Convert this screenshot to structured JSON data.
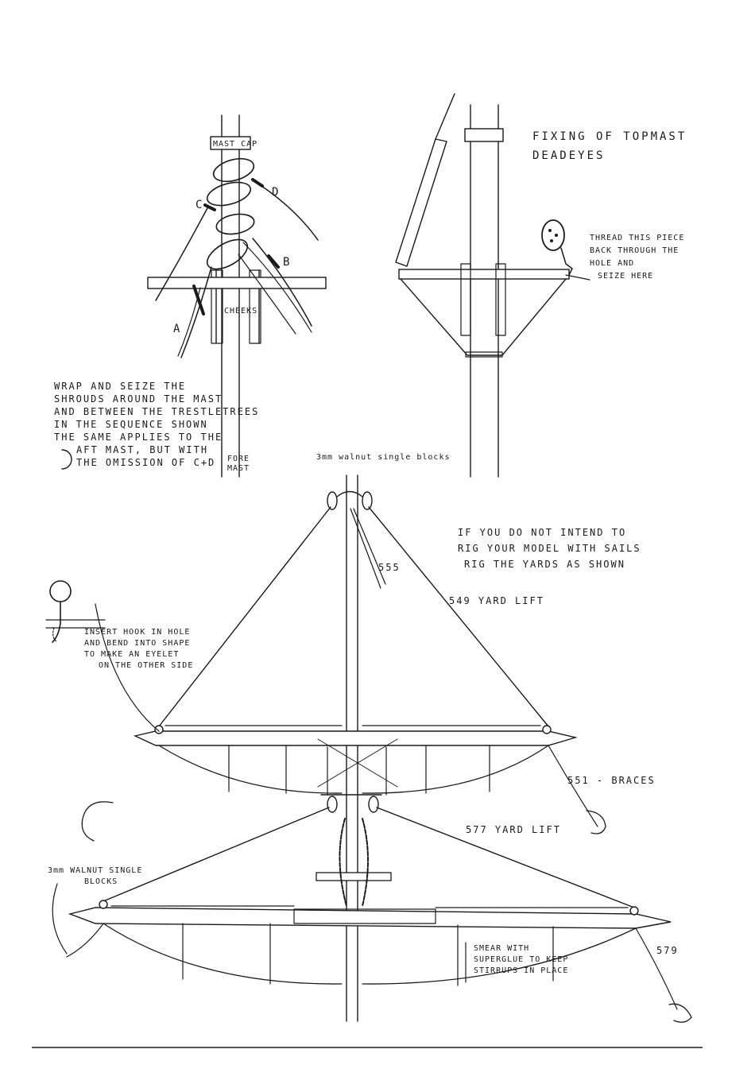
{
  "panel_masthead": {
    "labels": {
      "mast_cap": "MAST CAP",
      "cheeks": "CHEEKS",
      "a": "A",
      "b": "B",
      "c": "C",
      "d": "D",
      "fore_mast_1": "FORE",
      "fore_mast_2": "MAST"
    },
    "note_lines": [
      "WRAP AND SEIZE THE",
      "SHROUDS AROUND THE MAST",
      "AND BETWEEN THE TRESTLETREES",
      "IN THE SEQUENCE SHOWN",
      "THE SAME APPLIES TO THE",
      "AFT MAST, BUT WITH",
      "THE OMISSION OF C+D"
    ]
  },
  "panel_deadeyes": {
    "title_1": "FIXING OF TOPMAST",
    "title_2": "DEADEYES",
    "note_lines": [
      "THREAD THIS PIECE",
      "BACK THROUGH THE",
      "HOLE AND",
      "SEIZE HERE"
    ]
  },
  "panel_yards": {
    "blocks_top": "3mm walnut single blocks",
    "intro_lines": [
      "IF YOU DO NOT INTEND TO",
      "RIG YOUR MODEL WITH SAILS",
      "RIG THE YARDS AS SHOWN"
    ],
    "callout_555": "555",
    "yard_lift_549": "549 YARD LIFT",
    "hook_note_lines": [
      "INSERT HOOK IN HOLE",
      "AND BEND INTO SHAPE",
      "TO MAKE AN EYELET",
      "ON THE OTHER SIDE"
    ],
    "braces_551": "551 - BRACES",
    "yard_lift_577": "577 YARD LIFT",
    "blocks_lower_1": "3mm WALNUT SINGLE",
    "blocks_lower_2": "BLOCKS",
    "superglue_lines": [
      "SMEAR WITH",
      "SUPERGLUE TO KEEP",
      "STIRRUPS IN PLACE"
    ],
    "callout_579": "579"
  }
}
